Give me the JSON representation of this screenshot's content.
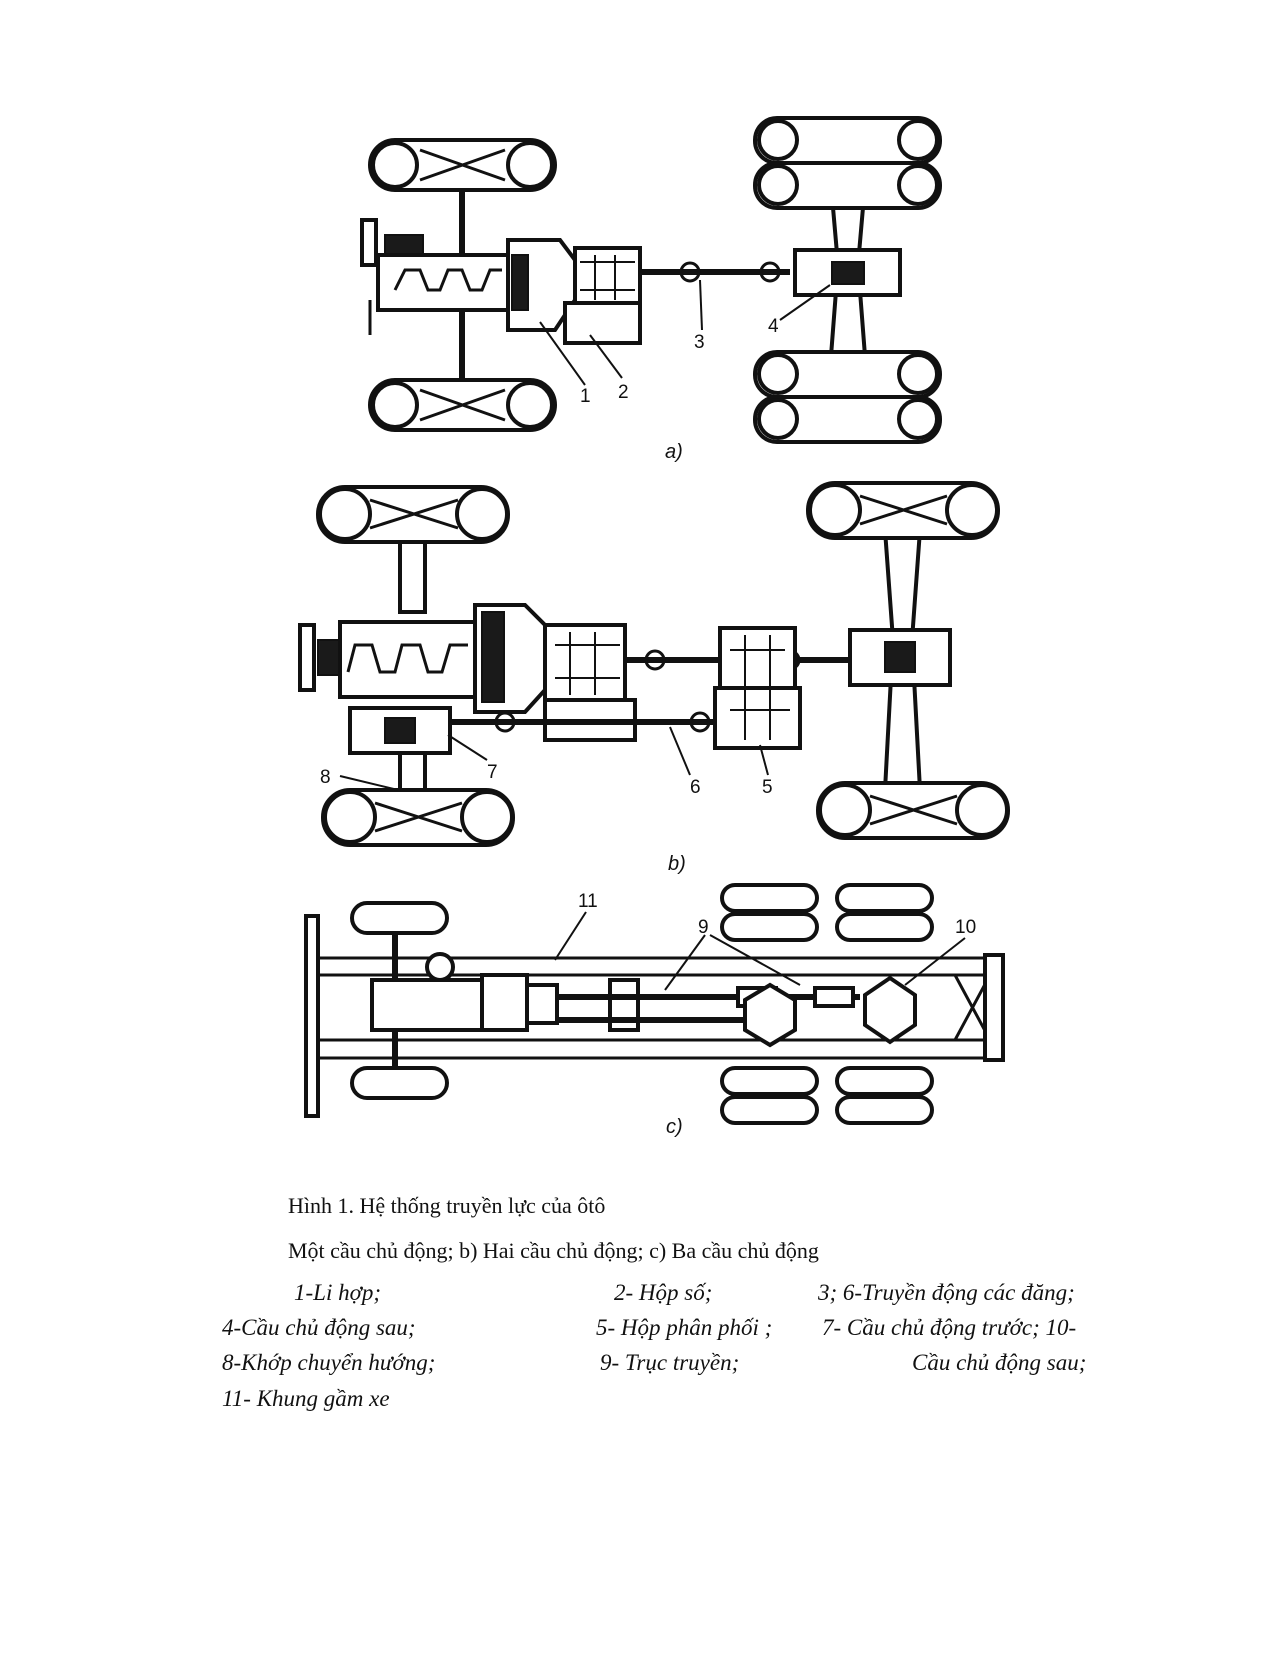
{
  "figure": {
    "panel_a": {
      "tag": "a)",
      "labels": [
        "1",
        "2",
        "3",
        "4"
      ]
    },
    "panel_b": {
      "tag": "b)",
      "labels": [
        "5",
        "6",
        "7",
        "8"
      ]
    },
    "panel_c": {
      "tag": "c)",
      "labels": [
        "9",
        "10",
        "11"
      ]
    }
  },
  "caption": {
    "title": "Hình 1. Hệ thống truyền lực của ôtô",
    "subtitle": "Một cầu chủ động; b) Hai cầu chủ động; c) Ba cầu chủ động"
  },
  "legend": {
    "r1c1": "1-Li hợp;",
    "r1c2": "2- Hộp số;",
    "r1c3": "3; 6-Truyền động các đăng;",
    "r2c1": "4-Cầu chủ động sau;",
    "r2c2": "5- Hộp phân phối ;",
    "r2c3": "7- Cầu chủ động trước; 10-",
    "r3c1": "8-Khớp chuyển hướng;",
    "r3c2": "9- Trục truyền;",
    "r3c3": "Cầu chủ động sau;",
    "r4c1": "11- Khung gầm xe"
  }
}
